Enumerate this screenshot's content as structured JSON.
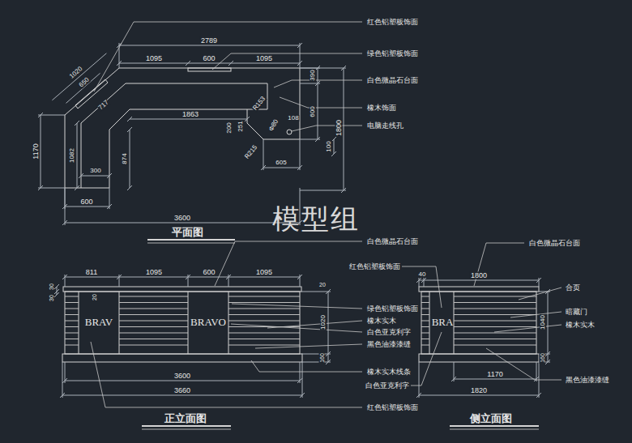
{
  "diagram": {
    "labels": [
      "红色铝塑板饰面",
      "2789",
      "1095",
      "600",
      "1095",
      "绿色铝塑板饰面",
      "白色微晶石台面",
      "橡木饰面",
      "电脑走线孔",
      "1020",
      "650",
      "717",
      "390",
      "R153",
      "1863",
      "200",
      "251",
      "Φ80",
      "108",
      "600",
      "1800",
      "1170",
      "1082",
      "874",
      "300",
      "R215",
      "100",
      "605",
      "600",
      "3600",
      "模型组",
      "平面图",
      "白色微晶石台面",
      "811",
      "1095",
      "600",
      "1095",
      "30",
      "30",
      "20",
      "20",
      "BRAV",
      "BRAVO",
      "绿色铝塑板饰面",
      "橡木实木",
      "白色亚克利字",
      "黑色油漆漆缝",
      "1020",
      "160",
      "橡木实木线条",
      "3600",
      "3660",
      "红色铝塑板饰面",
      "正立面图",
      "白色微晶石台面",
      "红色铝塑板饰面",
      "40",
      "1800",
      "BRA",
      "合页",
      "暗藏门",
      "橡木实木",
      "1040",
      "160",
      "1170",
      "黑色油漆漆缝",
      "白色亚克利字",
      "1820",
      "侧立面图"
    ]
  }
}
